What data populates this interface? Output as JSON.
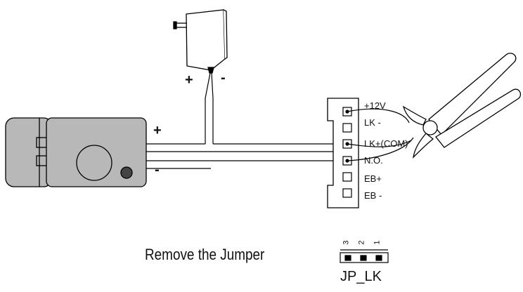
{
  "power_supply": {
    "plus_label": "+",
    "minus_label": "-"
  },
  "lock": {
    "plus_label": "+",
    "minus_label": "-"
  },
  "connector": {
    "pins": [
      "+12V",
      "LK -",
      "LK+(COM)",
      "N.O.",
      "EB+",
      "EB -"
    ],
    "connected_pins": [
      true,
      false,
      true,
      true,
      false,
      false
    ]
  },
  "jumper": {
    "instruction": "Remove the Jumper",
    "name": "JP_LK",
    "pin_numbers": [
      "3",
      "2",
      "1"
    ]
  },
  "colors": {
    "line": "#000000",
    "lock_body": "#b8b8b8",
    "adapter": "#ffffff"
  }
}
